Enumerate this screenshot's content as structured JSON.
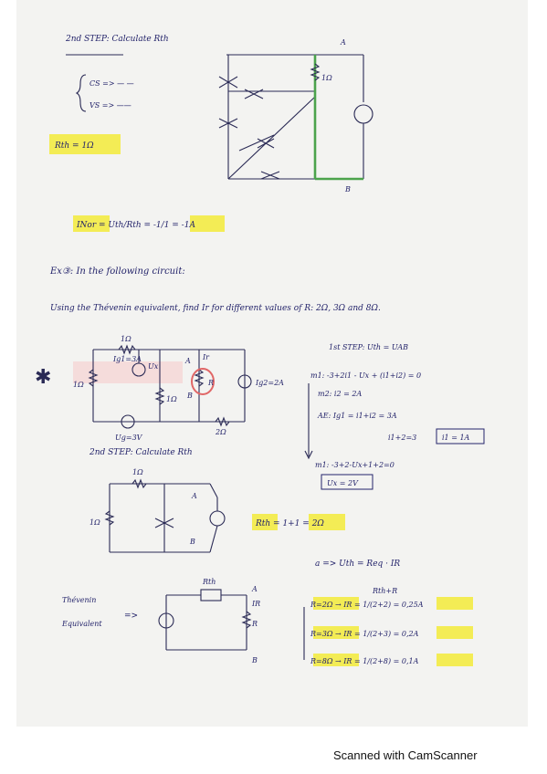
{
  "footer": {
    "scanner": "Scanned with CamScanner"
  },
  "sec1": {
    "step": "2nd STEP: Calculate Rth",
    "cs_line": "CS => — —",
    "vs_line": "VS => ——",
    "rth_result": "Rth = 1Ω",
    "inor": "INor = Uth/Rth = -1/1 = -1A"
  },
  "ex3": {
    "title": "Ex③: In the following circuit:",
    "statement": "Using the Thévenin equivalent, find Ir for different values of R: 2Ω, 3Ω and 8Ω."
  },
  "circuit1": {
    "res_top": "1Ω",
    "res_left": "1Ω",
    "res_mid": "1Ω",
    "res_bottom": "2Ω",
    "is1": "Ig1=3A",
    "ux": "Ux",
    "is2": "Ig2=2A",
    "vs": "Ug=3V",
    "r": "R",
    "ir": "Ir",
    "node_a": "A",
    "node_b": "B"
  },
  "step1": {
    "title": "1st STEP: Uth = UAB",
    "m1": "m1: -3+2i1 - Ux + (i1+i2) = 0",
    "m2": "m2: i2 = 2A",
    "ae": "AE: Ig1 = i1+i2 = 3A",
    "ae2": "i1+2=3",
    "i1": "i1 = 1A",
    "m1b": "m1: -3+2-Ux+1+2=0",
    "ux_result": "Ux = 2V"
  },
  "step2": {
    "title": "2nd STEP: Calculate Rth",
    "res_top": "1Ω",
    "res_left": "1Ω",
    "node_a": "A",
    "node_b": "B",
    "rth": "Rth = 1+1 = 2Ω"
  },
  "step3": {
    "line": "a => Uth = Req · IR",
    "denom": "Rth+R",
    "thevenin": "Thévenin",
    "equivalent": "Equivalent",
    "arrow": "=>",
    "rth_label": "Rth",
    "r_label": "R",
    "ir_label": "IR",
    "node_a": "A",
    "node_b": "B",
    "r2": "R=2Ω → IR = 1/(2+2) = 0,25A",
    "r3": "R=3Ω → IR = 1/(2+3) = 0,2A",
    "r8": "R=8Ω → IR = 1/(2+8) = 0,1A"
  },
  "colors": {
    "ink": "#23236a",
    "highlight": "#f2ea3a",
    "green": "#4ca34c",
    "paper": "#f3f3f1"
  }
}
